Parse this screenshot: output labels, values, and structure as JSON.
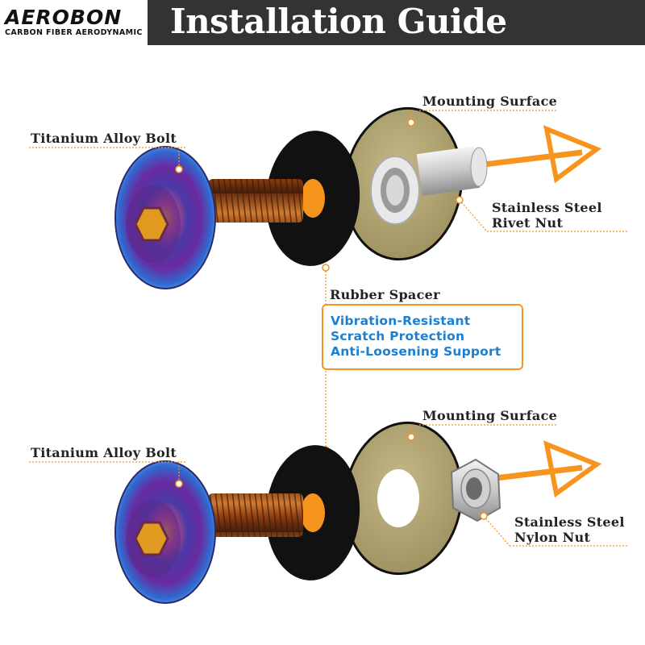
{
  "brand": {
    "logo": "AEROBON",
    "tagline": "CARBON FIBER AERODYNAMIC"
  },
  "title": "Installation Guide",
  "top_assembly": {
    "bolt_label": "Titanium Alloy Bolt",
    "surface_label": "Mounting Surface",
    "nut_label_line1": "Stainless Steel",
    "nut_label_line2": "Rivet Nut"
  },
  "spacer": {
    "label": "Rubber Spacer",
    "features": [
      "Vibration-Resistant",
      "Scratch Protection",
      "Anti-Loosening Support"
    ]
  },
  "bottom_assembly": {
    "bolt_label": "Titanium Alloy Bolt",
    "surface_label": "Mounting Surface",
    "nut_label_line1": "Stainless Steel",
    "nut_label_line2": "Nylon Nut"
  },
  "colors": {
    "accent": "#f7941d",
    "feature_text": "#1b7fd4",
    "title_bar": "#333333",
    "surface": "#b3a774"
  }
}
